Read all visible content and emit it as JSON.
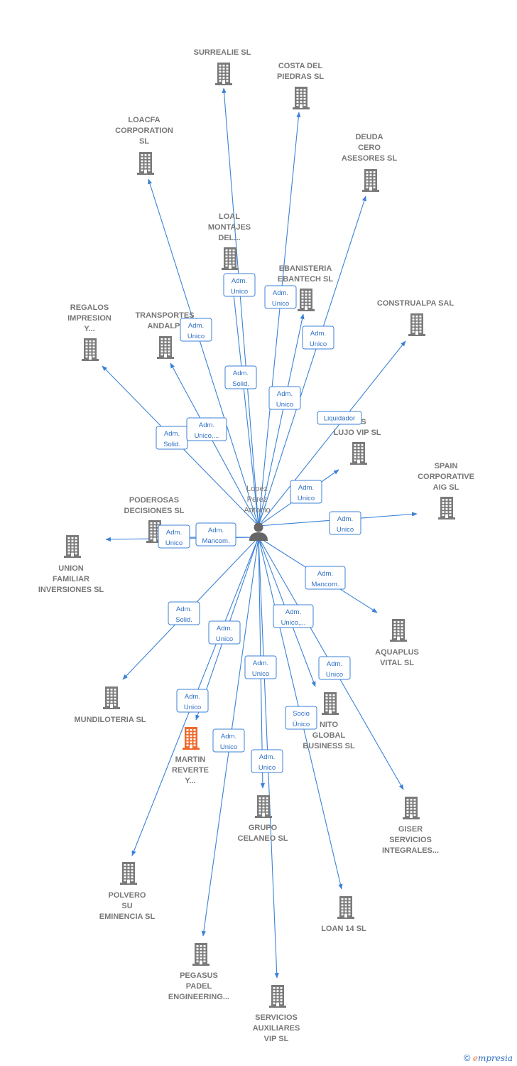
{
  "person": {
    "label": [
      "Lopez",
      "Perez",
      "Antonio"
    ]
  },
  "colors": {
    "edge": "#3b82d6",
    "building": "#7a7a7a",
    "highlight": "#ee6a2c",
    "box_border": "#3b82d6"
  },
  "companies": [
    {
      "id": "surrealie",
      "label": [
        "SURREALIE SL"
      ]
    },
    {
      "id": "costa",
      "label": [
        "COSTA DEL",
        "PIEDRAS SL"
      ]
    },
    {
      "id": "loacfa",
      "label": [
        "LOACFA",
        "CORPORATION",
        "SL"
      ]
    },
    {
      "id": "deuda",
      "label": [
        "DEUDA",
        "CERO",
        "ASESORES SL"
      ]
    },
    {
      "id": "loal",
      "label": [
        "LOAL",
        "MONTAJES",
        "DEL..."
      ]
    },
    {
      "id": "ebanisteria",
      "label": [
        "EBANISTERIA",
        "EBANTECH SL"
      ]
    },
    {
      "id": "construalpa",
      "label": [
        "CONSTRUALPA SAL"
      ]
    },
    {
      "id": "regalos",
      "label": [
        "REGALOS",
        "IMPRESION",
        "Y..."
      ]
    },
    {
      "id": "transportes",
      "label": [
        "TRANSPORTES",
        "ANDALPI"
      ]
    },
    {
      "id": "lujo",
      "label": [
        "...OS",
        "LUJO VIP SL"
      ]
    },
    {
      "id": "spain",
      "label": [
        "SPAIN",
        "CORPORATIVE",
        "AIG SL"
      ]
    },
    {
      "id": "poderosas",
      "label": [
        "PODEROSAS",
        "DECISIONES SL"
      ]
    },
    {
      "id": "union",
      "label": [
        "UNION",
        "FAMILIAR",
        "INVERSIONES SL"
      ]
    },
    {
      "id": "aquaplus",
      "label": [
        "AQUAPLUS",
        "VITAL SL"
      ]
    },
    {
      "id": "mundiloteria",
      "label": [
        "MUNDILOTERIA SL"
      ]
    },
    {
      "id": "martin",
      "label": [
        "MARTIN",
        "REVERTE",
        "Y..."
      ],
      "highlight": true
    },
    {
      "id": "nito",
      "label": [
        "NITO",
        "GLOBAL",
        "BUSINESS SL"
      ]
    },
    {
      "id": "grupo",
      "label": [
        "GRUPO",
        "CELANEO SL"
      ]
    },
    {
      "id": "giser",
      "label": [
        "GISER",
        "SERVICIOS",
        "INTEGRALES..."
      ]
    },
    {
      "id": "polvero",
      "label": [
        "POLVERO",
        "SU",
        "EMINENCIA SL"
      ]
    },
    {
      "id": "loan",
      "label": [
        "LOAN 14 SL"
      ]
    },
    {
      "id": "pegasus",
      "label": [
        "PEGASUS",
        "PADEL",
        "ENGINEERING..."
      ]
    },
    {
      "id": "servicios",
      "label": [
        "SERVICIOS",
        "AUXILIARES",
        "VIP SL"
      ]
    }
  ],
  "relations": [
    {
      "to": "surrealie",
      "label": [
        "Adm.",
        "Solid."
      ]
    },
    {
      "to": "costa",
      "label": [
        "Adm.",
        "Unico"
      ]
    },
    {
      "to": "loacfa",
      "label": [
        "Adm.",
        "Unico"
      ]
    },
    {
      "to": "deuda",
      "label": [
        "Adm.",
        "Unico"
      ]
    },
    {
      "to": "loal",
      "label": [
        "Adm.",
        "Unico"
      ]
    },
    {
      "to": "ebanisteria",
      "label": [
        "Adm.",
        "Unico"
      ]
    },
    {
      "to": "construalpa",
      "label": [
        "Liquidador"
      ]
    },
    {
      "to": "regalos",
      "label": [
        "Adm.",
        "Solid."
      ]
    },
    {
      "to": "transportes",
      "label": [
        "Adm.",
        "Unico,..."
      ]
    },
    {
      "to": "lujo",
      "label": [
        "Adm.",
        "Unico"
      ]
    },
    {
      "to": "spain",
      "label": [
        "Adm.",
        "Unico"
      ]
    },
    {
      "to": "poderosas",
      "label": [
        "Adm.",
        "Mancom."
      ]
    },
    {
      "to": "union",
      "label": [
        "Adm.",
        "Unico"
      ]
    },
    {
      "to": "aquaplus",
      "label": [
        "Adm.",
        "Mancom."
      ]
    },
    {
      "to": "mundiloteria",
      "label": [
        "Adm.",
        "Solid."
      ]
    },
    {
      "to": "martin",
      "label": [
        "Adm.",
        "Unico"
      ]
    },
    {
      "to": "nito",
      "label": [
        "Adm.",
        "Unico,..."
      ]
    },
    {
      "to": "grupo",
      "label": [
        "Adm.",
        "Unico"
      ]
    },
    {
      "to": "giser",
      "label": [
        "Adm.",
        "Unico"
      ]
    },
    {
      "to": "polvero",
      "label": [
        "Adm.",
        "Unico"
      ]
    },
    {
      "to": "loan",
      "label": [
        "Socio",
        "Único"
      ]
    },
    {
      "to": "pegasus",
      "label": [
        "Adm.",
        "Unico"
      ]
    },
    {
      "to": "servicios",
      "label": [
        "Adm.",
        "Unico"
      ]
    }
  ],
  "footer": {
    "copyright": "©",
    "brand_e": "e",
    "brand_rest": "mpresia"
  }
}
